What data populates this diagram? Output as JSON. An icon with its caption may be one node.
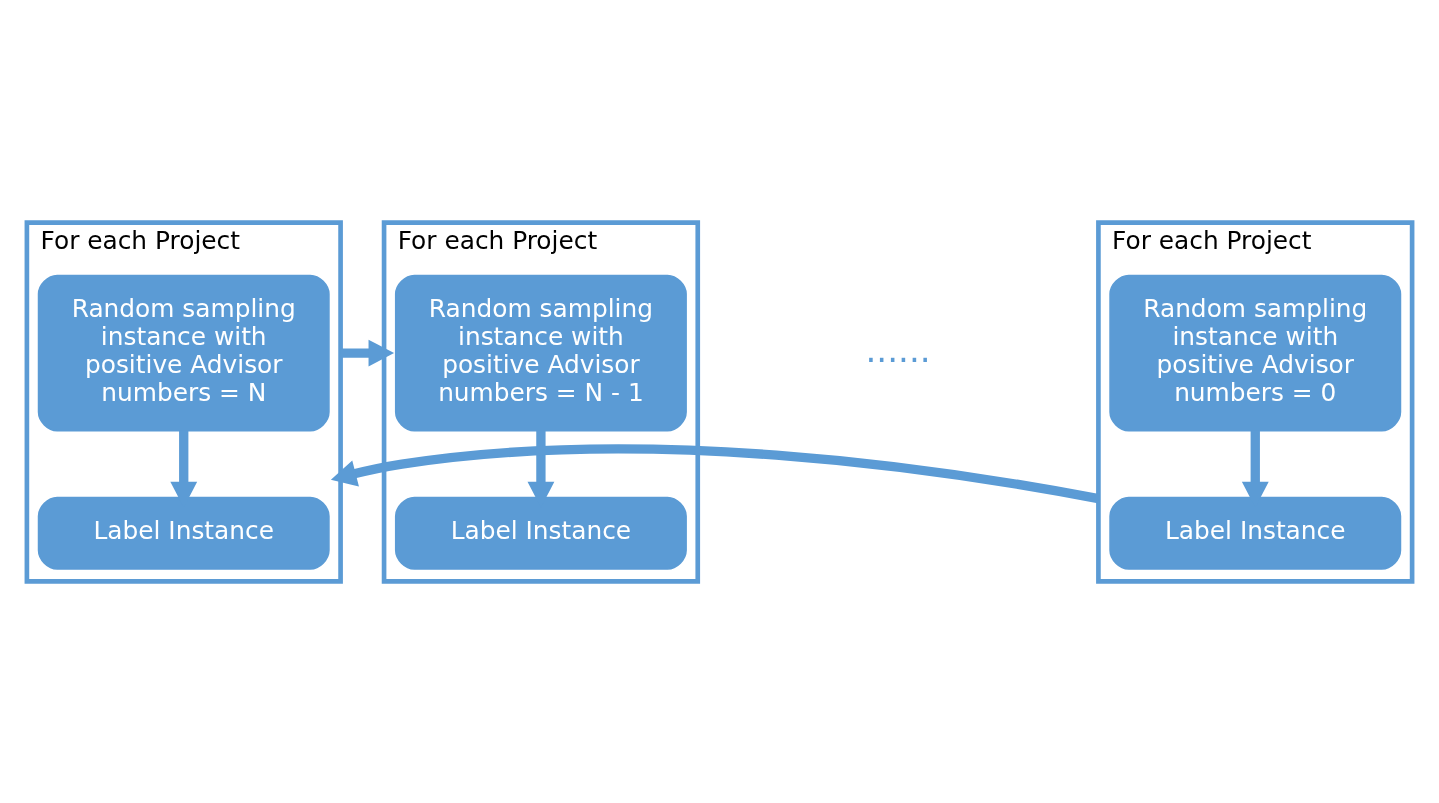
{
  "diagram": {
    "nodes": [
      {
        "text": [
          "For each Project"
        ]
      },
      {
        "text": [
          "Random sampling instance with positive Advisor numbers = N"
        ],
        "in": 0
      },
      {
        "text": [
          "Label Instance"
        ],
        "in": 0
      },
      {
        "text": [
          "For each Project"
        ]
      },
      {
        "text": [
          "Random sampling instance with positive Advisor numbers = N - 1"
        ],
        "in": 3
      },
      {
        "text": [
          "Label Instance"
        ],
        "in": 3
      },
      {
        "text": [
          "For each Project"
        ]
      },
      {
        "text": [
          "Random sampling instance with positive Advisor numbers = 0"
        ],
        "in": 6
      },
      {
        "text": [
          "Label Instance"
        ],
        "in": 6
      }
    ],
    "edges": [
      {
        "from": 1,
        "to": 2,
        "arrow": "to"
      },
      {
        "from": 0,
        "to": 3,
        "arrow": "to"
      },
      {
        "from": 4,
        "to": 5,
        "arrow": "to"
      },
      {
        "from": 7,
        "to": 8,
        "arrow": "to"
      },
      {
        "from": 6,
        "to": 0,
        "arrow": "to"
      }
    ],
    "labels": [
      "......"
    ]
  }
}
